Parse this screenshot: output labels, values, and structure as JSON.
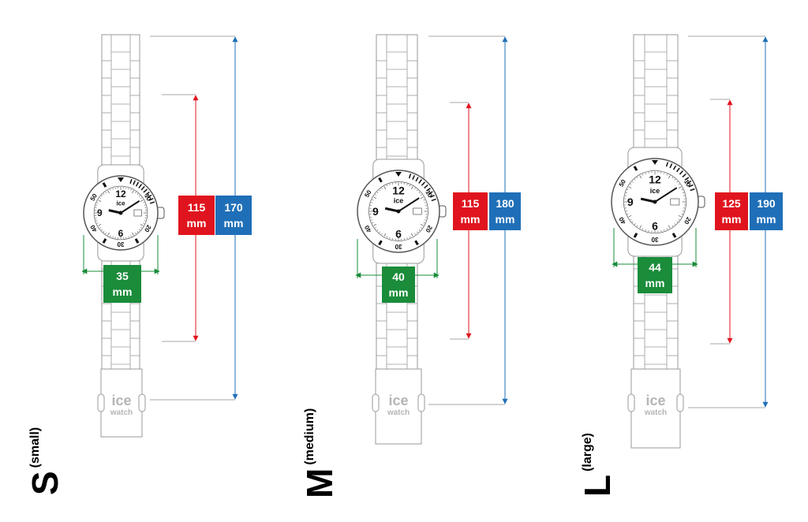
{
  "colors": {
    "band_height": "#e0141e",
    "total_length": "#1f6fb8",
    "case_width": "#1a8c3a",
    "line_gray": "#8a8a8a"
  },
  "brand": {
    "line1": "ice",
    "line2": "watch"
  },
  "dial_numbers": {
    "n12": "12",
    "n9": "9",
    "n6": "6",
    "n10": "10",
    "n20": "20",
    "n30": "30",
    "n40": "40",
    "n50": "50"
  },
  "sizes": [
    {
      "letter": "S",
      "name": "(small)",
      "band_height": {
        "value": "115",
        "unit": "mm"
      },
      "total_length": {
        "value": "170",
        "unit": "mm"
      },
      "case_width": {
        "value": "35",
        "unit": "mm"
      }
    },
    {
      "letter": "M",
      "name": "(medium)",
      "band_height": {
        "value": "115",
        "unit": "mm"
      },
      "total_length": {
        "value": "180",
        "unit": "mm"
      },
      "case_width": {
        "value": "40",
        "unit": "mm"
      }
    },
    {
      "letter": "L",
      "name": "(large)",
      "band_height": {
        "value": "125",
        "unit": "mm"
      },
      "total_length": {
        "value": "190",
        "unit": "mm"
      },
      "case_width": {
        "value": "44",
        "unit": "mm"
      }
    }
  ]
}
